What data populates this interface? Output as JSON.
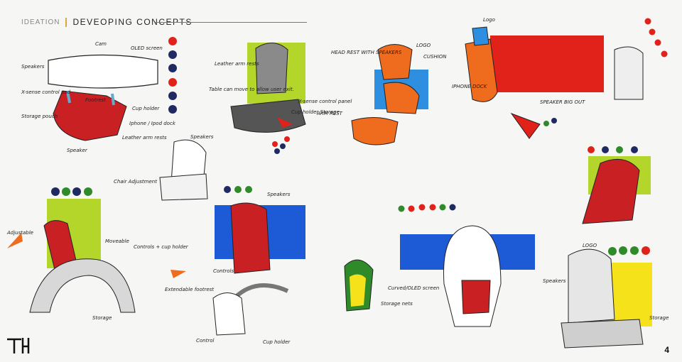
{
  "header": {
    "section": "IDEATION",
    "title": "DEVEOPING CONCEPTS"
  },
  "page_number": "4",
  "colors": {
    "red": "#e0221b",
    "navy": "#1f2a63",
    "green": "#2f8a2a",
    "lime": "#b4d62b",
    "blue": "#1d5bd6",
    "yellow": "#f5e21a",
    "orange": "#ef6b1e",
    "chair_red": "#c92024"
  },
  "annotations": {
    "cam": "Cam",
    "oled": "OLED screen",
    "speakers_a": "Speakers",
    "x_sense": "X-sense control pad",
    "footrest_a": "Footrest",
    "cup_a": "Cup holder",
    "storage_pouch": "Storage pouch",
    "iphone": "Iphone / Ipod dock",
    "leather": "Leather arm rests",
    "speaker_b": "Speaker",
    "leather_arm": "Leather arm rests",
    "table": "Table can move to allow user exit.",
    "xsense_panel": "X-sense control panel",
    "cup_storage": "Cup holder Storage",
    "head_rest": "HEAD REST WITH SPEAKERS",
    "logo_a": "LOGO",
    "cushion": "CUSHION",
    "arm_rest": "ARM REST",
    "logo_b": "Logo",
    "iphone_dock": "IPHONE DOCK",
    "speaker_out": "SPEAKER BIG OUT",
    "speakers_c": "Speakers",
    "chair_adj": "Chair Adjustment",
    "adjustable": "Adjustable",
    "moveable": "Moveable",
    "controls_cup": "Controls + cup holder",
    "extendable": "Extendable footrest",
    "storage_d": "Storage",
    "speakers_e": "Speakers",
    "controls_e": "Controls",
    "control_f": "Control",
    "cup_f": "Cup holder",
    "curved": "Curved/OLED screen",
    "storage_nets": "Storage nets",
    "logo_g": "LOGO",
    "speakers_g": "Speakers",
    "storage_g": "Storage"
  }
}
